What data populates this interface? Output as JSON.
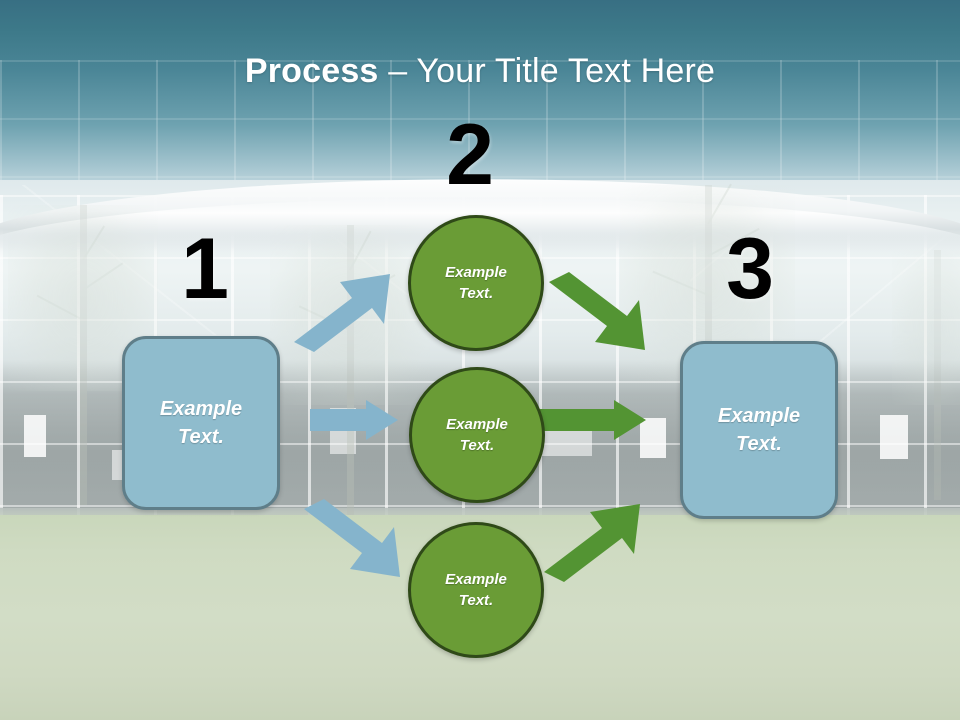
{
  "slide": {
    "title": {
      "bold_part": "Process ",
      "rest_part": "– Your Title Text Here",
      "full": "Process – Your Title Text Here"
    },
    "background": {
      "description": "glass-office-building-and-lawn-photo",
      "sky_color": "#3d7989",
      "facade_color": "#e3ebec",
      "lawn_color": "#cfdbc2"
    },
    "step_numbers": [
      {
        "name": "step-number-1",
        "value": "1"
      },
      {
        "name": "step-number-2",
        "value": "2"
      },
      {
        "name": "step-number-3",
        "value": "3"
      }
    ],
    "boxes": [
      {
        "name": "input-box",
        "text": "Example\nText.",
        "fill": "#8fbccd",
        "border": "#5f7e89"
      },
      {
        "name": "output-box",
        "text": "Example\nText.",
        "fill": "#8fbccd",
        "border": "#5f7e89"
      }
    ],
    "circles": [
      {
        "name": "process-circle-top",
        "text": "Example\nText.",
        "fill": "#6a9c36",
        "border": "#2f4a18"
      },
      {
        "name": "process-circle-middle",
        "text": "Example\nText.",
        "fill": "#6a9c36",
        "border": "#2f4a18"
      },
      {
        "name": "process-circle-bottom",
        "text": "Example\nText.",
        "fill": "#6a9c36",
        "border": "#2f4a18"
      }
    ],
    "arrows": {
      "blue_color": "#85b4cc",
      "green_color": "#539433",
      "items": [
        {
          "name": "blue-arrow-up",
          "direction": "up-right",
          "color": "#85b4cc"
        },
        {
          "name": "blue-arrow-right",
          "direction": "right",
          "color": "#85b4cc"
        },
        {
          "name": "blue-arrow-down",
          "direction": "down-right",
          "color": "#85b4cc"
        },
        {
          "name": "green-arrow-down",
          "direction": "down-right",
          "color": "#539433"
        },
        {
          "name": "green-arrow-right",
          "direction": "right",
          "color": "#539433"
        },
        {
          "name": "green-arrow-up",
          "direction": "up-right",
          "color": "#539433"
        }
      ]
    }
  }
}
